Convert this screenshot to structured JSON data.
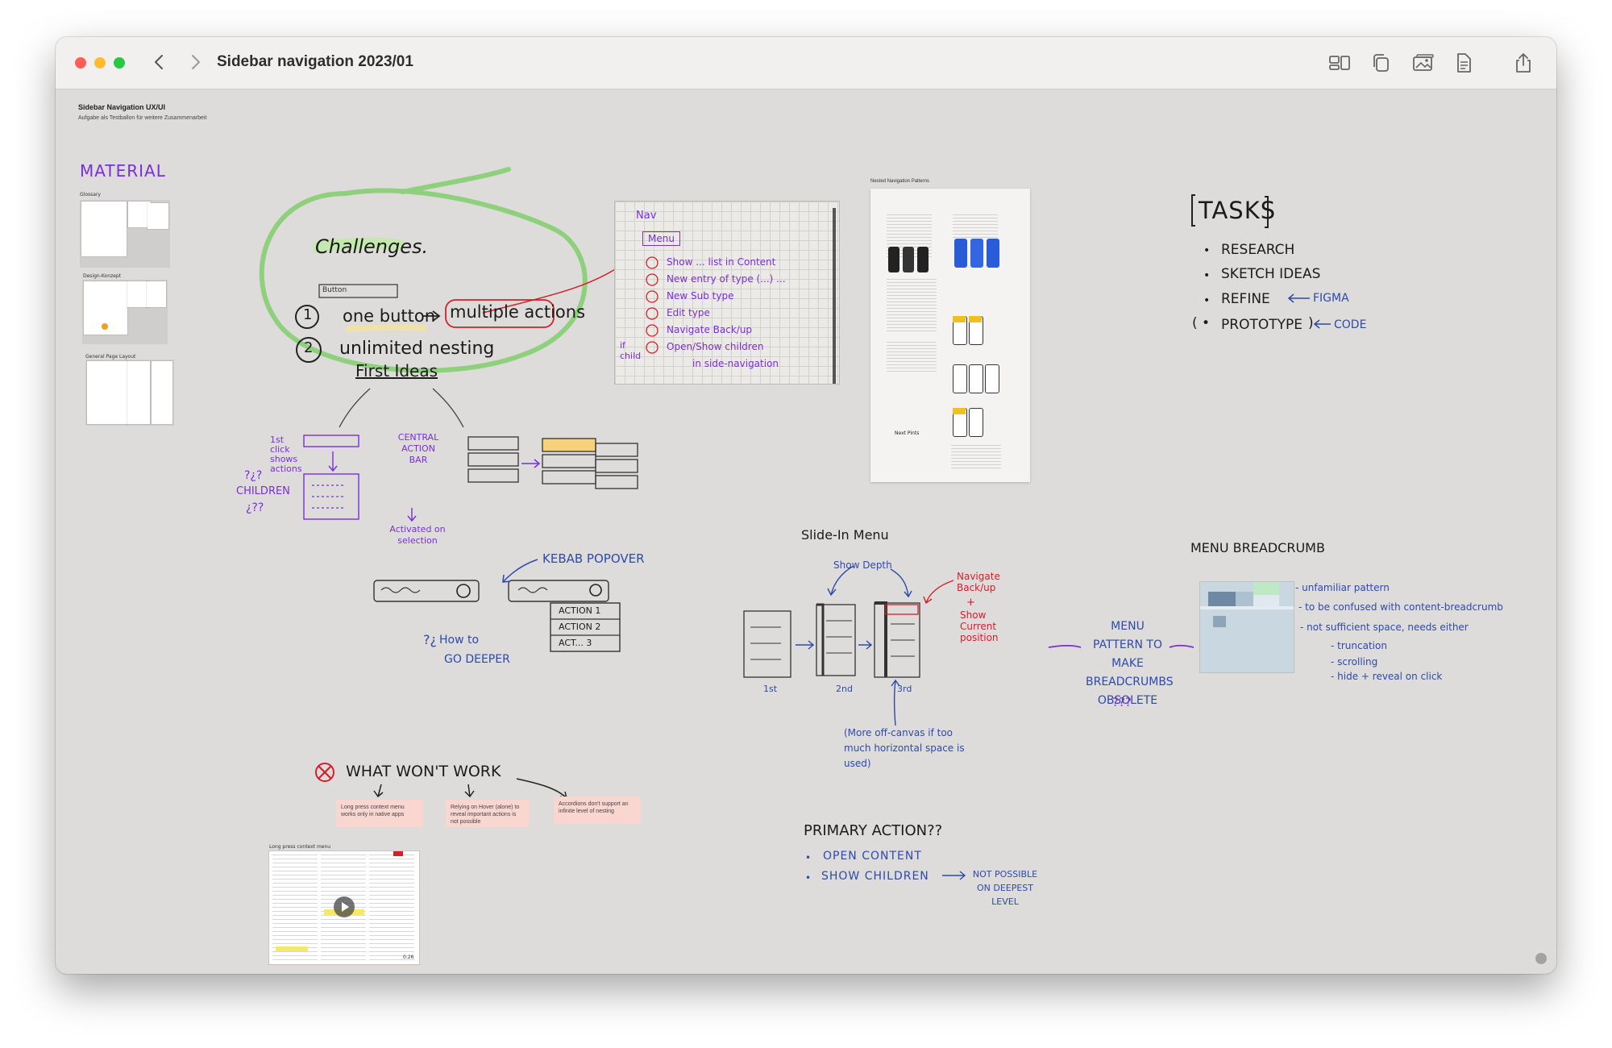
{
  "window": {
    "title": "Sidebar navigation  2023/01"
  },
  "colors": {
    "red": "#ff5f57",
    "yellow": "#febc2e",
    "green": "#28c840",
    "canvas": "#dddcdb"
  },
  "toolbar": {
    "icons": [
      "layout-icon",
      "duplicate-icon",
      "photo-icon",
      "document-icon",
      "share-icon"
    ]
  },
  "header": {
    "title": "Sidebar Navigation UX/UI",
    "subtitle": "Aufgabe als Testballon für weitere Zusammenarbeit"
  },
  "material": {
    "heading": "MATERIAL",
    "items": [
      {
        "label": "Glossary"
      },
      {
        "label": "Design-Konzept"
      },
      {
        "label": "General Page Layout"
      }
    ]
  },
  "challenges": {
    "title": "Challenges.",
    "button_label": "Button",
    "item1": "one button",
    "item1_target": "multiple actions",
    "item2": "unlimited nesting"
  },
  "notes_photo": {
    "nav": "Nav",
    "menu": "Menu",
    "lines": [
      "Show ... list in Content",
      "New entry of type (...) ...",
      "New Sub type",
      "Edit type",
      "Navigate Back/up",
      "Open/Show children",
      "in side-navigation"
    ],
    "side": "if child"
  },
  "patterns": {
    "label": "Nested Navigation Patterns",
    "small_label": "Next Pints"
  },
  "tasks": {
    "title": "TASKS",
    "items": [
      "RESEARCH",
      "SKETCH IDEAS",
      "REFINE",
      "PROTOTYPE"
    ],
    "refine_note": "FIGMA",
    "prototype_note": "CODE"
  },
  "first_ideas": {
    "title": "First Ideas",
    "left_note": "1st click shows actions",
    "children_note": "CHILDREN",
    "central": "CENTRAL ACTION BAR",
    "activated": "Activated on selection"
  },
  "kebab": {
    "label": "KEBAB POPOVER",
    "actions": [
      "ACTION 1",
      "ACTION 2",
      "ACT... 3"
    ],
    "deeper1": "How to",
    "deeper2": "GO DEEPER"
  },
  "slide_in": {
    "title": "Slide-In Menu",
    "show_depth": "Show Depth",
    "navigate": "Navigate Back/up",
    "plus": "+",
    "current": "Show Current position",
    "cols": [
      "1st",
      "2nd",
      "3rd"
    ],
    "note": "(More off-canvas if too much horizontal space is used)"
  },
  "breadcrumb": {
    "title": "MENU BREADCRUMB",
    "notes": [
      "- unfamiliar pattern",
      "- to be confused with content-breadcrumb",
      "- not sufficient space, needs either",
      "- truncation",
      "- scrolling",
      "- hide + reveal on click"
    ],
    "pattern": "MENU PATTERN TO MAKE BREADCRUMBS OBSOLETE",
    "qs": "???"
  },
  "wont_work": {
    "title": "WHAT WON'T WORK",
    "stickies": [
      "Long press context menu works only in native apps",
      "Relying on Hover (alone) to reveal important actions is not possible",
      "Accordions don't support an infinite level of nesting"
    ],
    "video_label": "Long press context menu",
    "video_time": "0:26"
  },
  "primary": {
    "title": "PRIMARY ACTION??",
    "items": [
      "OPEN CONTENT",
      "SHOW CHILDREN"
    ],
    "note": "NOT POSSIBLE ON DEEPEST LEVEL"
  }
}
